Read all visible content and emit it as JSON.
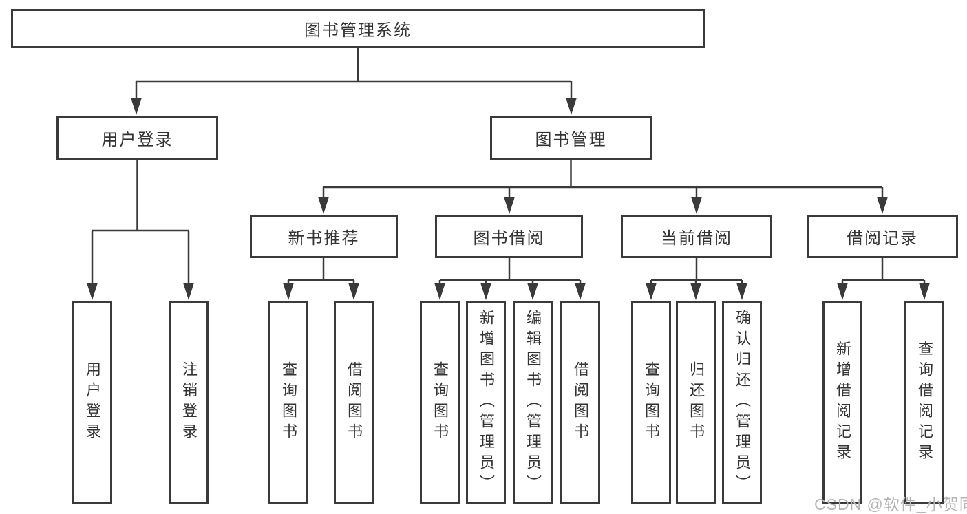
{
  "nodes": {
    "root": "图书管理系统",
    "user_login": "用户登录",
    "book_mgmt": "图书管理",
    "new_books": "新书推荐",
    "book_borrow": "图书借阅",
    "current_borrow": "当前借阅",
    "borrow_records": "借阅记录"
  },
  "leaves": {
    "user_login": [
      "用户登录",
      "注销登录"
    ],
    "new_books": [
      "查询图书",
      "借阅图书"
    ],
    "book_borrow": [
      "查询图书",
      "新增图书（管理员）",
      "编辑图书（管理员）",
      "借阅图书"
    ],
    "current_borrow": [
      "查询图书",
      "归还图书",
      "确认归还（管理员）"
    ],
    "borrow_records": [
      "新增借阅记录",
      "查询借阅记录"
    ]
  },
  "watermark": "CSDN @软件_小贺同学",
  "colors": {
    "line": "#3a3a3a",
    "text": "#333333",
    "watermark": "#b4b4b4",
    "background": "#ffffff"
  }
}
